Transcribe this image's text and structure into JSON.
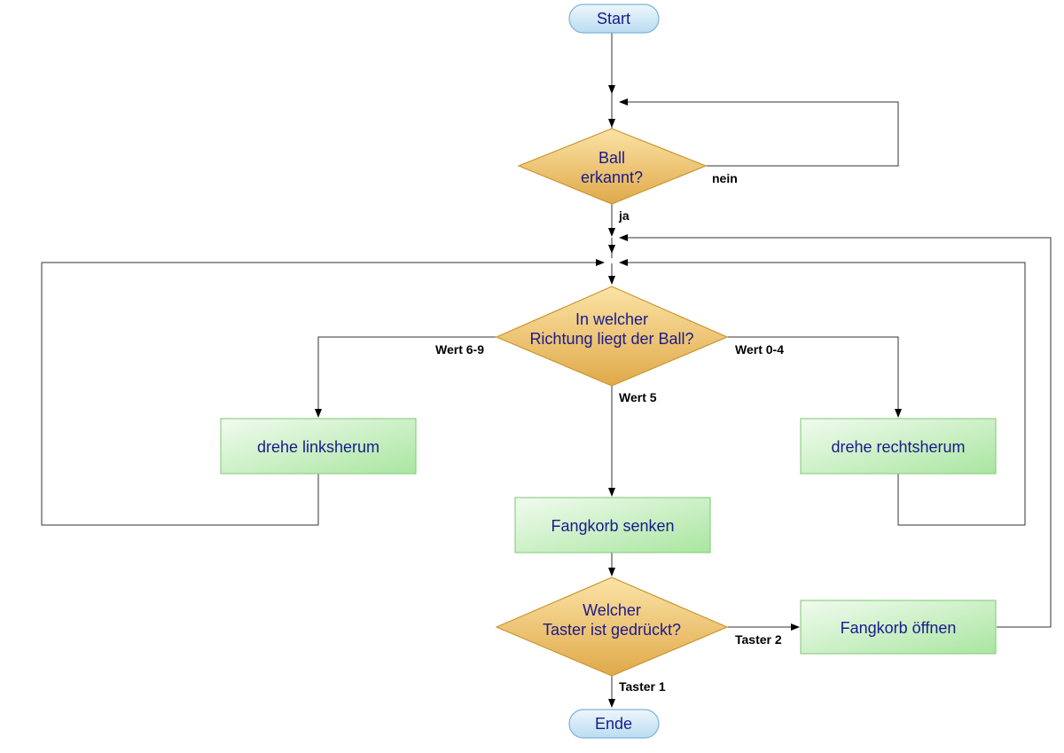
{
  "nodes": {
    "start": "Start",
    "ball_detected": {
      "line1": "Ball",
      "line2": "erkannt?"
    },
    "direction": {
      "line1": "In welcher",
      "line2": "Richtung liegt der Ball?"
    },
    "turn_left": "drehe linksherum",
    "turn_right": "drehe rechtsherum",
    "lower_basket": "Fangkorb senken",
    "which_button": {
      "line1": "Welcher",
      "line2": "Taster ist gedrückt?"
    },
    "open_basket": "Fangkorb öffnen",
    "end": "Ende"
  },
  "edge_labels": {
    "no": "nein",
    "yes": "ja",
    "value_6_9": "Wert 6-9",
    "value_0_4": "Wert 0-4",
    "value_5": "Wert 5",
    "button_2": "Taster 2",
    "button_1": "Taster 1"
  },
  "colors": {
    "terminal_fill_top": "#eef6fc",
    "terminal_fill_bottom": "#b9dcf2",
    "terminal_stroke": "#7fb2d6",
    "decision_fill_top": "#fbe3a6",
    "decision_fill_bottom": "#e0a94a",
    "decision_stroke": "#c9962e",
    "process_fill_top": "#f1fbef",
    "process_fill_bottom": "#a9e6a0",
    "process_stroke": "#8fcf86",
    "node_text": "#1a1a8c",
    "connector": "#333333"
  }
}
